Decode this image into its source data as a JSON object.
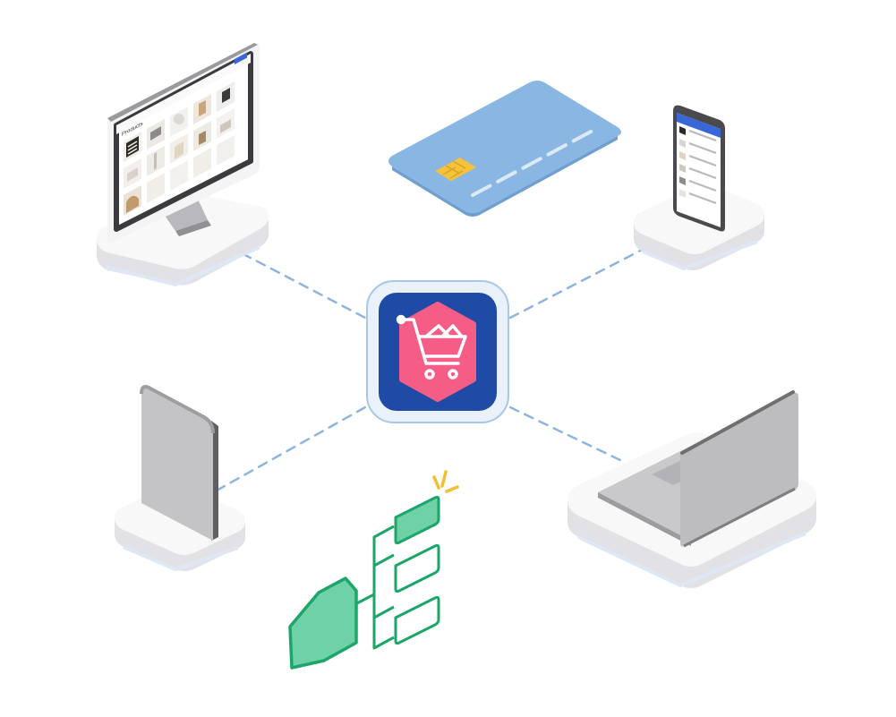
{
  "illustration": {
    "monitor_screen_heading": "Products",
    "colors": {
      "connector": "#8fb4dd",
      "hub_background": "#1f4aa5",
      "hub_hexagon": "#f55d86",
      "hub_frame": "#e9f1fb",
      "card": "#8ab6e3",
      "card_chip": "#f4c23b",
      "tree_stroke": "#1da56a",
      "tree_fill": "#6fd1a7",
      "sparkle": "#f3bf32",
      "device_gray": "#c4c4c6",
      "device_dark": "#6f6f72",
      "platform_top": "#f8f8f9",
      "platform_side": "#e6e6e9",
      "accent_blue": "#3a67d8"
    },
    "icons": [
      "shopping-cart-icon",
      "credit-card-icon",
      "workflow-tree-icon",
      "sparkle-icon"
    ],
    "devices": [
      "desktop-monitor",
      "smartphone",
      "kiosk-panel",
      "laptop"
    ]
  }
}
